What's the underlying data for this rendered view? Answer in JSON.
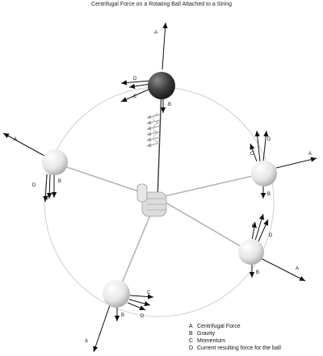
{
  "title": "Centrifugal Force on a Rotating Ball Attached to a String",
  "labels": {
    "a": "A",
    "b": "B",
    "c": "C",
    "d": "D"
  },
  "legend": [
    {
      "key": "A",
      "text": "Centrifugal Force"
    },
    {
      "key": "B",
      "text": "Gravity"
    },
    {
      "key": "C",
      "text": "Momentum"
    },
    {
      "key": "D",
      "text": "Current resulting force for the ball"
    }
  ],
  "colors": {
    "circle": "#c8c8c8",
    "string": "#b0b0b0",
    "arrow": "#111111",
    "spiral": "#999999",
    "ball_light": "#f4f4f4",
    "ball_dark": "#3a3a3a"
  },
  "icons": {
    "center": "hand-thumbs-up-icon"
  }
}
